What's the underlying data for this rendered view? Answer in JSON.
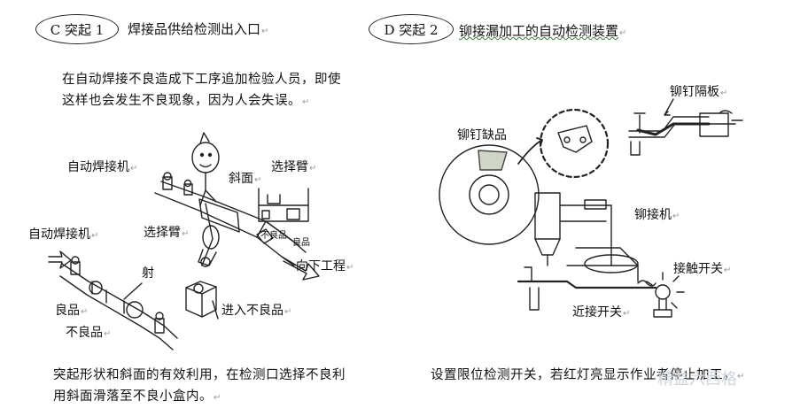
{
  "left": {
    "oval_label": "C 突起 1",
    "title": "焊接品供给检测出入口",
    "desc_line1": "在自动焊接不良造成下工序追加检验人员，即使",
    "desc_line2": "这样也会发生不良现象，因为人会失误。",
    "labels": {
      "welder_top": "自动焊接机",
      "slope": "斜面",
      "select_arm_top": "选择臂",
      "welder_left": "自动焊接机",
      "select_arm_mid": "选择臂",
      "bad_small": "不良品",
      "good_small": "良品",
      "downstream": "向下工程",
      "shoot": "射",
      "good": "良品",
      "into_bad": "进入不良品",
      "bad": "不良品"
    },
    "caption_line1": "突起形状和斜面的有效利用，在检测口选择不良利",
    "caption_line2": "用斜面滑落至不良小盒内。"
  },
  "right": {
    "oval_label": "D 突起 2",
    "title": "铆接漏加工的自动检测装置",
    "labels": {
      "rivet_plate": "铆钉隔板",
      "rivet_missing": "铆钉缺品",
      "riveter": "铆接机",
      "contact_switch": "接触开关",
      "proximity_switch": "近接开关"
    },
    "caption": "设置限位检测开关，若红灯亮显示作业者停止加工。"
  },
  "watermark": "精益六西格"
}
